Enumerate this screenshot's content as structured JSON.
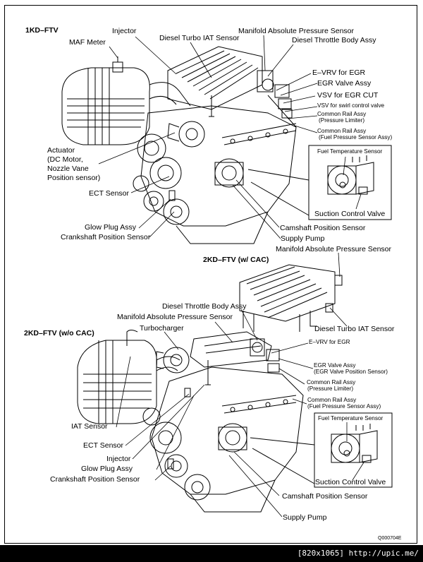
{
  "sections": {
    "top_title": "1KD–FTV",
    "cac_title": "2KD–FTV (w/ CAC)",
    "nocac_title": "2KD–FTV (w/o CAC)"
  },
  "labels_1kd": {
    "maf_meter": "MAF Meter",
    "injector": "Injector",
    "diesel_turbo_iat": "Diesel Turbo IAT Sensor",
    "map_sensor": "Manifold Absolute Pressure Sensor",
    "throttle_body": "Diesel Throttle Body Assy",
    "evrv": "E–VRV for EGR",
    "egr_valve": "EGR Valve Assy",
    "vsv_egr_cut": "VSV for EGR CUT",
    "vsv_swirl": "VSV for swirl control valve",
    "common_rail_pl_1": "Common Rail Assy",
    "common_rail_pl_2": "(Pressure Limiter)",
    "common_rail_fp_1": "Common Rail Assy",
    "common_rail_fp_2": "(Fuel Pressure Sensor Assy)",
    "actuator_1": "Actuator",
    "actuator_2": "(DC Motor,",
    "actuator_3": "Nozzle Vane",
    "actuator_4": "Position sensor)",
    "ect_sensor": "ECT Sensor",
    "glow_plug": "Glow Plug Assy",
    "crankshaft": "Crankshaft Position Sensor",
    "camshaft": "Camshaft Position Sensor",
    "supply_pump": "Supply Pump",
    "fuel_temp": "Fuel Temperature Sensor",
    "suction_valve": "Suction Control Valve"
  },
  "labels_cac": {
    "map_sensor": "Manifold Absolute Pressure Sensor",
    "diesel_turbo_iat": "Diesel Turbo IAT Sensor"
  },
  "labels_2kd": {
    "throttle_body": "Diesel Throttle Body Assy",
    "map_sensor": "Manifold Absolute Pressure Sensor",
    "turbocharger": "Turbocharger",
    "evrv": "E–VRV for EGR",
    "egr_valve_1": "EGR Valve Assy",
    "egr_valve_2": "(EGR Valve Position Sensor)",
    "common_rail_pl_1": "Common Rail Assy",
    "common_rail_pl_2": "(Pressure Limiter)",
    "common_rail_fp_1": "Common Rail Assy",
    "common_rail_fp_2": "(Fuel Pressure Sensor Assy)",
    "iat_sensor": "IAT Sensor",
    "ect_sensor": "ECT Sensor",
    "injector": "Injector",
    "glow_plug": "Glow Plug Assy",
    "crankshaft": "Crankshaft Position Sensor",
    "camshaft": "Camshaft Position Sensor",
    "supply_pump": "Supply Pump",
    "fuel_temp": "Fuel Temperature Sensor",
    "suction_valve": "Suction Control Valve"
  },
  "figure_code": "Q000704E",
  "footer_text": "[820x1065] http://upic.me/"
}
